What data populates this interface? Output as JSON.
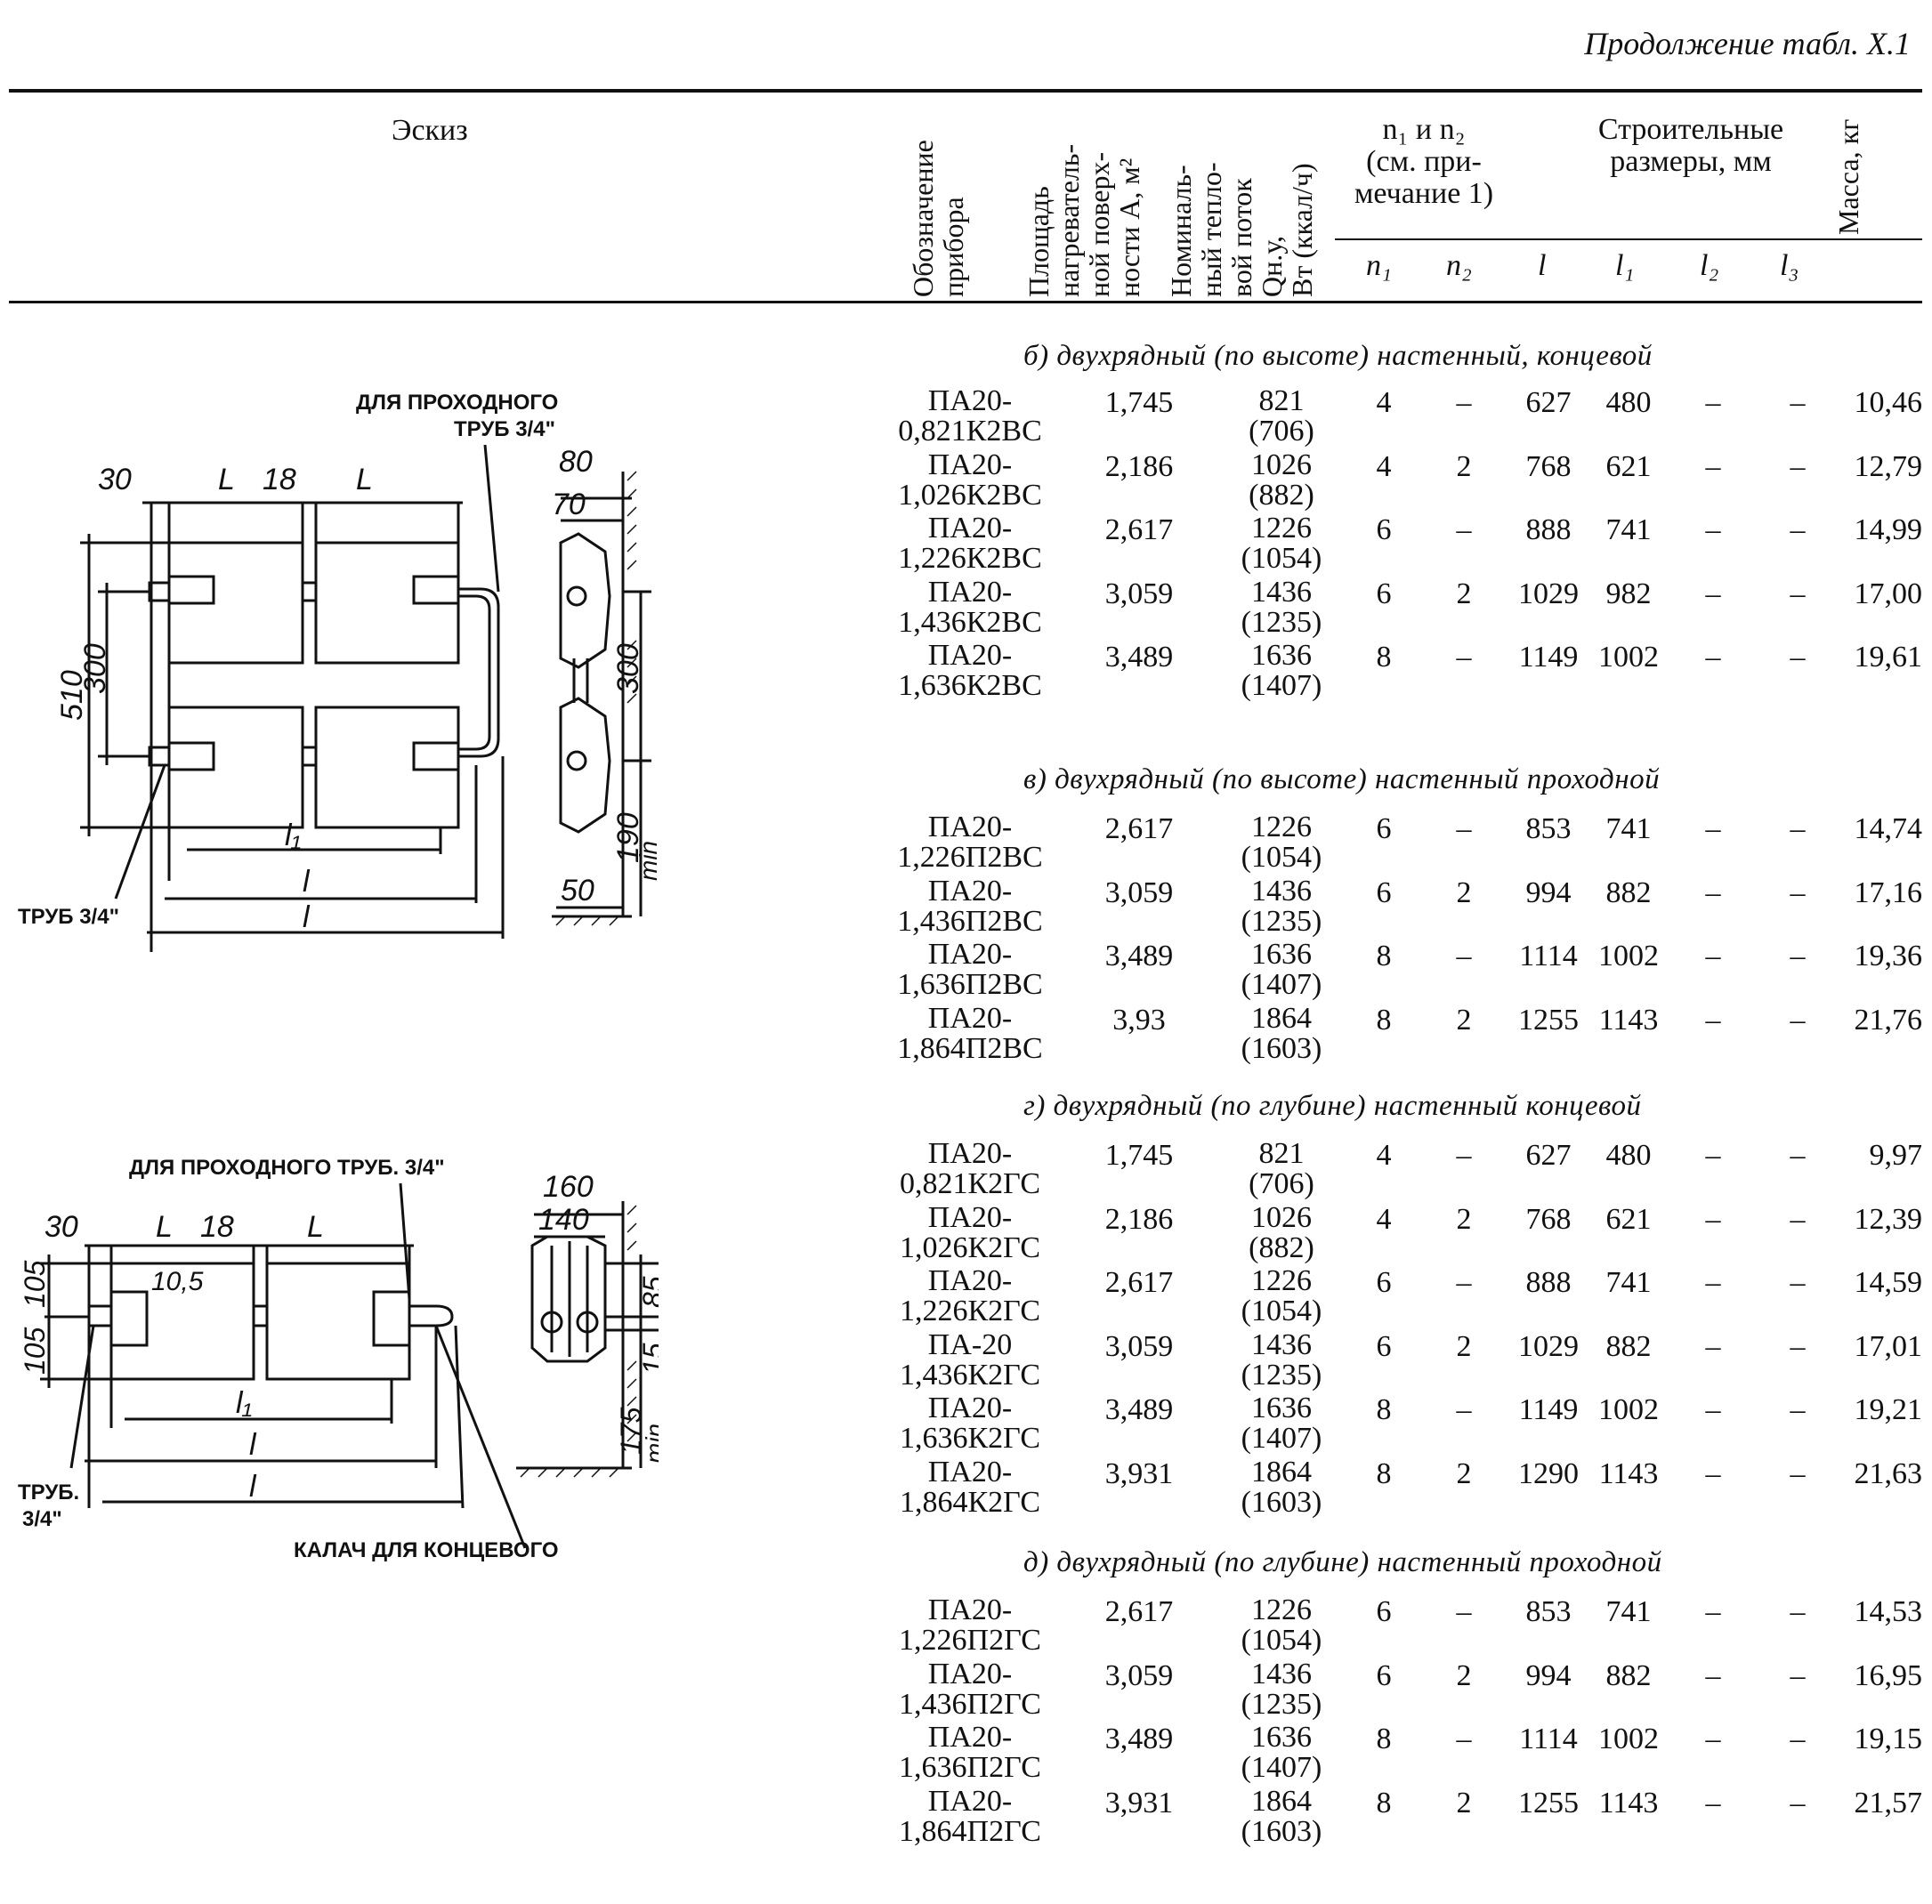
{
  "caption": "Продолжение табл. X.1",
  "header": {
    "sketch": "Эскиз",
    "designation": "Обозначение\nприбора",
    "area": "Площадь\nнагреватель-\nной поверх-\nности A, м²",
    "flux": "Номиналь-\nный тепло-\nвой поток\nQн.у,\nВт (ккал/ч)",
    "n_group": "n₁ и n₂\n(см. при-\nмечание 1)",
    "dims_group": "Строительные\nразмеры, мм",
    "mass": "Масса, кг",
    "sub": {
      "n1": "n₁",
      "n2": "n₂",
      "l": "l",
      "l1": "l₁",
      "l2": "l₂",
      "l3": "l₃"
    }
  },
  "sections": [
    {
      "title": "б) двухрядный (по высоте) настенный, концевой",
      "rows": [
        {
          "name1": "ПА20-",
          "name2": "0,821К2ВС",
          "area": "1,745",
          "flux": "821",
          "flux_kcal": "(706)",
          "n1": "4",
          "n2": "–",
          "l": "627",
          "l1": "480",
          "l2": "–",
          "l3": "–",
          "mass": "10,46"
        },
        {
          "name1": "ПА20-",
          "name2": "1,026К2ВС",
          "area": "2,186",
          "flux": "1026",
          "flux_kcal": "(882)",
          "n1": "4",
          "n2": "2",
          "l": "768",
          "l1": "621",
          "l2": "–",
          "l3": "–",
          "mass": "12,79"
        },
        {
          "name1": "ПА20-",
          "name2": "1,226К2ВС",
          "area": "2,617",
          "flux": "1226",
          "flux_kcal": "(1054)",
          "n1": "6",
          "n2": "–",
          "l": "888",
          "l1": "741",
          "l2": "–",
          "l3": "–",
          "mass": "14,99"
        },
        {
          "name1": "ПА20-",
          "name2": "1,436К2ВС",
          "area": "3,059",
          "flux": "1436",
          "flux_kcal": "(1235)",
          "n1": "6",
          "n2": "2",
          "l": "1029",
          "l1": "982",
          "l2": "–",
          "l3": "–",
          "mass": "17,00"
        },
        {
          "name1": "ПА20-",
          "name2": "1,636К2ВС",
          "area": "3,489",
          "flux": "1636",
          "flux_kcal": "(1407)",
          "n1": "8",
          "n2": "–",
          "l": "1149",
          "l1": "1002",
          "l2": "–",
          "l3": "–",
          "mass": "19,61"
        }
      ]
    },
    {
      "title": "в) двухрядный (по высоте) настенный проходной",
      "rows": [
        {
          "name1": "ПА20-",
          "name2": "1,226П2ВС",
          "area": "2,617",
          "flux": "1226",
          "flux_kcal": "(1054)",
          "n1": "6",
          "n2": "–",
          "l": "853",
          "l1": "741",
          "l2": "–",
          "l3": "–",
          "mass": "14,74"
        },
        {
          "name1": "ПА20-",
          "name2": "1,436П2ВС",
          "area": "3,059",
          "flux": "1436",
          "flux_kcal": "(1235)",
          "n1": "6",
          "n2": "2",
          "l": "994",
          "l1": "882",
          "l2": "–",
          "l3": "–",
          "mass": "17,16"
        },
        {
          "name1": "ПА20-",
          "name2": "1,636П2ВС",
          "area": "3,489",
          "flux": "1636",
          "flux_kcal": "(1407)",
          "n1": "8",
          "n2": "–",
          "l": "1114",
          "l1": "1002",
          "l2": "–",
          "l3": "–",
          "mass": "19,36"
        },
        {
          "name1": "ПА20-",
          "name2": "1,864П2ВС",
          "area": "3,93",
          "flux": "1864",
          "flux_kcal": "(1603)",
          "n1": "8",
          "n2": "2",
          "l": "1255",
          "l1": "1143",
          "l2": "–",
          "l3": "–",
          "mass": "21,76"
        }
      ]
    },
    {
      "title": "г) двухрядный (по глубине) настенный концевой",
      "rows": [
        {
          "name1": "ПА20-",
          "name2": "0,821К2ГС",
          "area": "1,745",
          "flux": "821",
          "flux_kcal": "(706)",
          "n1": "4",
          "n2": "–",
          "l": "627",
          "l1": "480",
          "l2": "–",
          "l3": "–",
          "mass": "9,97"
        },
        {
          "name1": "ПА20-",
          "name2": "1,026К2ГС",
          "area": "2,186",
          "flux": "1026",
          "flux_kcal": "(882)",
          "n1": "4",
          "n2": "2",
          "l": "768",
          "l1": "621",
          "l2": "–",
          "l3": "–",
          "mass": "12,39"
        },
        {
          "name1": "ПА20-",
          "name2": "1,226К2ГС",
          "area": "2,617",
          "flux": "1226",
          "flux_kcal": "(1054)",
          "n1": "6",
          "n2": "–",
          "l": "888",
          "l1": "741",
          "l2": "–",
          "l3": "–",
          "mass": "14,59"
        },
        {
          "name1": "ПА-20",
          "name2": "1,436К2ГС",
          "area": "3,059",
          "flux": "1436",
          "flux_kcal": "(1235)",
          "n1": "6",
          "n2": "2",
          "l": "1029",
          "l1": "882",
          "l2": "–",
          "l3": "–",
          "mass": "17,01"
        },
        {
          "name1": "ПА20-",
          "name2": "1,636К2ГС",
          "area": "3,489",
          "flux": "1636",
          "flux_kcal": "(1407)",
          "n1": "8",
          "n2": "–",
          "l": "1149",
          "l1": "1002",
          "l2": "–",
          "l3": "–",
          "mass": "19,21"
        },
        {
          "name1": "ПА20-",
          "name2": "1,864К2ГС",
          "area": "3,931",
          "flux": "1864",
          "flux_kcal": "(1603)",
          "n1": "8",
          "n2": "2",
          "l": "1290",
          "l1": "1143",
          "l2": "–",
          "l3": "–",
          "mass": "21,63"
        }
      ]
    },
    {
      "title": "д) двухрядный (по глубине) настенный проходной",
      "rows": [
        {
          "name1": "ПА20-",
          "name2": "1,226П2ГС",
          "area": "2,617",
          "flux": "1226",
          "flux_kcal": "(1054)",
          "n1": "6",
          "n2": "–",
          "l": "853",
          "l1": "741",
          "l2": "–",
          "l3": "–",
          "mass": "14,53"
        },
        {
          "name1": "ПА20-",
          "name2": "1,436П2ГС",
          "area": "3,059",
          "flux": "1436",
          "flux_kcal": "(1235)",
          "n1": "6",
          "n2": "2",
          "l": "994",
          "l1": "882",
          "l2": "–",
          "l3": "–",
          "mass": "16,95"
        },
        {
          "name1": "ПА20-",
          "name2": "1,636П2ГС",
          "area": "3,489",
          "flux": "1636",
          "flux_kcal": "(1407)",
          "n1": "8",
          "n2": "–",
          "l": "1114",
          "l1": "1002",
          "l2": "–",
          "l3": "–",
          "mass": "19,15"
        },
        {
          "name1": "ПА20-",
          "name2": "1,864П2ГС",
          "area": "3,931",
          "flux": "1864",
          "flux_kcal": "(1603)",
          "n1": "8",
          "n2": "2",
          "l": "1255",
          "l1": "1143",
          "l2": "–",
          "l3": "–",
          "mass": "21,57"
        }
      ]
    }
  ],
  "sketch1": {
    "label_passthrough": "ДЛЯ ПРОХОДНОГО",
    "label_pipe_top": "ТРУБ 3/4\"",
    "label_pipe_left": "ТРУБ 3/4\"",
    "dim_30": "30",
    "dim_L": "L",
    "dim_18": "18",
    "dim_510": "510",
    "dim_300": "300",
    "dim_l1": "l₁",
    "dim_l": "l",
    "side_80": "80",
    "side_70": "70",
    "side_300": "300",
    "side_50": "50",
    "side_190": "190",
    "side_min": "min"
  },
  "sketch2": {
    "label_passthrough": "ДЛЯ ПРОХОДНОГО ТРУБ. 3/4\"",
    "label_pipe_left1": "ТРУБ.",
    "label_pipe_left2": "3/4\"",
    "label_end": "КАЛАЧ ДЛЯ КОНЦЕВОГО",
    "dim_30": "30",
    "dim_L": "L",
    "dim_18": "18",
    "dim_105a": "105",
    "dim_105b": "105",
    "dim_10_5": "10,5",
    "dim_l1": "l₁",
    "dim_l": "l",
    "side_160": "160",
    "side_140": "140",
    "side_85": "85",
    "side_15": "15",
    "side_175": "175",
    "side_min": "min"
  }
}
